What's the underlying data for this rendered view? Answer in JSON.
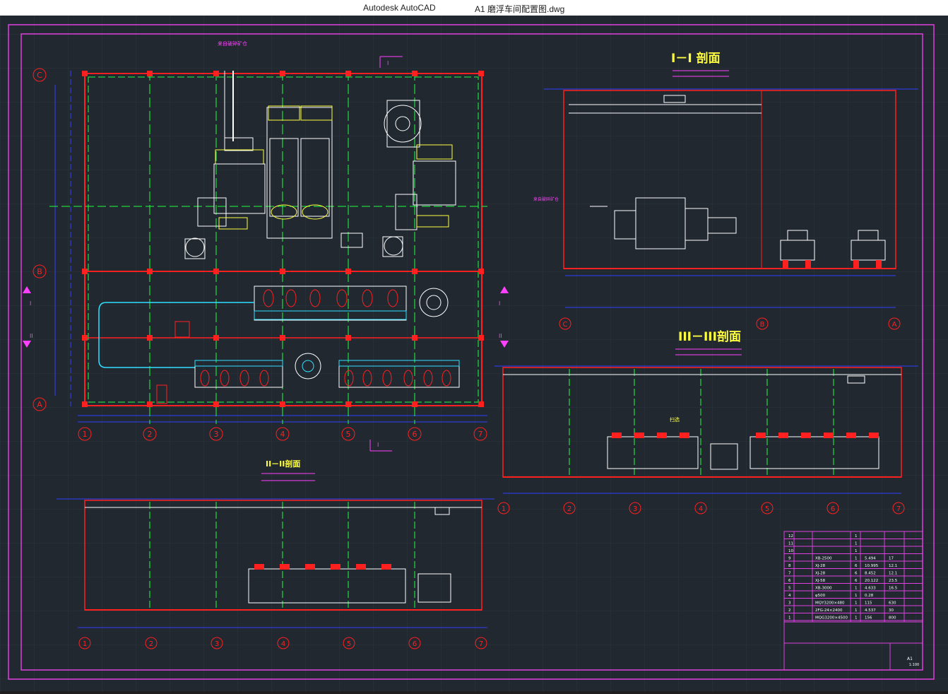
{
  "window": {
    "app_name": "Autodesk AutoCAD",
    "doc_title": "A1  磨浮车间配置图.dwg"
  },
  "drawing": {
    "plan_axes_x": [
      "1",
      "2",
      "3",
      "4",
      "5",
      "6",
      "7"
    ],
    "plan_axes_y": [
      "C",
      "B",
      "A"
    ],
    "section_I_title": "I－I 剖面",
    "section_III_title": "III－III剖面",
    "section_II_title": "II－II剖面",
    "section_I_axes": [
      "C",
      "B",
      "A"
    ],
    "section_III_axes": [
      "1",
      "2",
      "3",
      "4",
      "5",
      "6",
      "7"
    ],
    "section_II_axes": [
      "1",
      "2",
      "3",
      "4",
      "5",
      "6",
      "7"
    ],
    "section_marker": "I",
    "side_markers": [
      "I",
      "II"
    ],
    "ore_label": "来自破碎矿仓",
    "scan_label": "扫选"
  },
  "title_block": {
    "rows": [
      {
        "no": "12",
        "name": "",
        "model": "",
        "qty": "1",
        "kw": "",
        "total": ""
      },
      {
        "no": "11",
        "name": "",
        "model": "",
        "qty": "1",
        "kw": "",
        "total": ""
      },
      {
        "no": "10",
        "name": "",
        "model": "",
        "qty": "1",
        "kw": "",
        "total": ""
      },
      {
        "no": "9",
        "name": "",
        "model": "XB-2500",
        "qty": "1",
        "kw": "5.494",
        "total": "17"
      },
      {
        "no": "8",
        "name": "",
        "model": "XJ-28",
        "qty": "6",
        "kw": "10.995",
        "total": "12.1"
      },
      {
        "no": "7",
        "name": "",
        "model": "XJ-28",
        "qty": "6",
        "kw": "8.452",
        "total": "12.1"
      },
      {
        "no": "6",
        "name": "",
        "model": "XJ-58",
        "qty": "6",
        "kw": "20.122",
        "total": "23.5"
      },
      {
        "no": "5",
        "name": "",
        "model": "XB-3000",
        "qty": "1",
        "kw": "4.633",
        "total": "16.5"
      },
      {
        "no": "4",
        "name": "",
        "model": "φ500",
        "qty": "1",
        "kw": "0.28",
        "total": ""
      },
      {
        "no": "3",
        "name": "",
        "model": "MQY3200×480",
        "qty": "1",
        "kw": "115",
        "total": "630"
      },
      {
        "no": "2",
        "name": "",
        "model": "2FG-24×2400",
        "qty": "1",
        "kw": "4.537",
        "total": "30"
      },
      {
        "no": "1",
        "name": "",
        "model": "MQG3200×4500",
        "qty": "1",
        "kw": "156",
        "total": "800"
      }
    ],
    "sheet": "A1",
    "scale": "1:100"
  },
  "colors": {
    "background": "#212830",
    "frame": "#e040e0",
    "wall": "#ff2020",
    "axis": "#3040ff",
    "equipment": "#ffffff",
    "title": "#ffff40",
    "green": "#20ff40",
    "cyan": "#30e0ff"
  }
}
